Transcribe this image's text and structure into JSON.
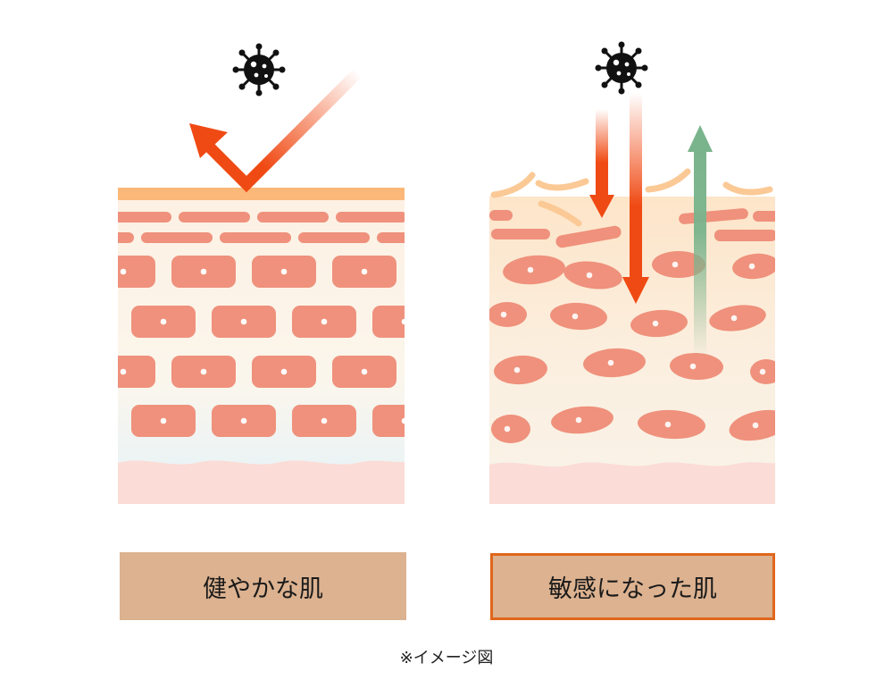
{
  "labels": {
    "healthy": "健やかな肌",
    "sensitive": "敏感になった肌"
  },
  "footnote": "※イメージ図",
  "colors": {
    "label_fill": "#dcb290",
    "label_border": "#e0661c",
    "cell": "#ef917c",
    "stratum_corneum_top": "#fbb878",
    "dermis": "#fcdcd6",
    "virus": "#111111",
    "arrow_red": "#f04a14",
    "arrow_green": "#7ab48c"
  },
  "icons": [
    "virus-icon",
    "deflect-arrow-icon",
    "penetrate-arrow-icon",
    "moisture-escape-arrow-icon"
  ]
}
